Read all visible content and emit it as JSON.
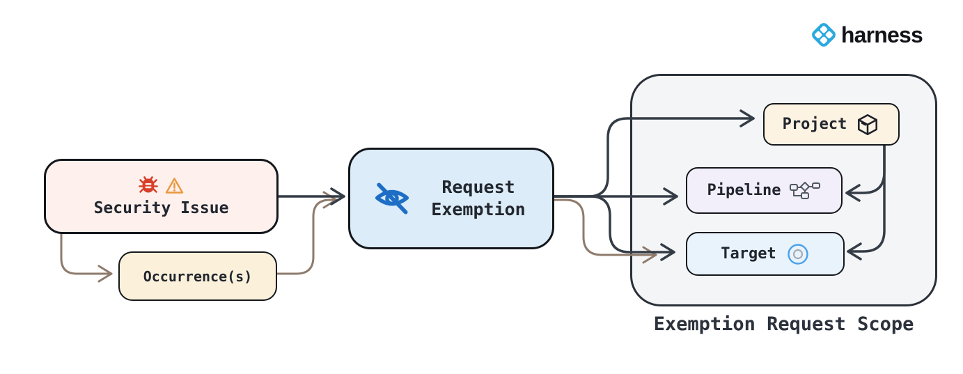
{
  "brand": {
    "name": "harness"
  },
  "diagram": {
    "nodes": {
      "security_issue": {
        "label": "Security Issue",
        "icons": [
          "bug-icon",
          "warning-icon"
        ],
        "bg": "#fdf0ed"
      },
      "occurrences": {
        "label": "Occurrence(s)",
        "bg": "#fbf1db"
      },
      "request_exemption": {
        "label": "Request Exemption",
        "icon": "eye-off-icon",
        "bg": "#dcecf8"
      },
      "project": {
        "label": "Project",
        "icon": "package-icon",
        "bg": "#fdf3e2"
      },
      "pipeline": {
        "label": "Pipeline",
        "icon": "pipeline-icon",
        "bg": "#f2eefa"
      },
      "target": {
        "label": "Target",
        "icon": "target-icon",
        "bg": "#e8f3fc"
      }
    },
    "scope_group": {
      "title": "Exemption Request Scope",
      "contains": [
        "project",
        "pipeline",
        "target"
      ],
      "bg": "#f4f5f7"
    },
    "edges": [
      {
        "from": "security_issue",
        "to": "request_exemption",
        "color": "dark"
      },
      {
        "from": "security_issue",
        "to": "occurrences",
        "color": "brown"
      },
      {
        "from": "occurrences",
        "to": "request_exemption",
        "color": "brown"
      },
      {
        "from": "request_exemption",
        "to": "project",
        "color": "dark"
      },
      {
        "from": "request_exemption",
        "to": "pipeline",
        "color": "dark"
      },
      {
        "from": "request_exemption",
        "to": "target",
        "color": "dark"
      },
      {
        "from": "occurrences",
        "to": "target",
        "color": "brown"
      },
      {
        "from": "project",
        "to": "pipeline",
        "color": "dark"
      },
      {
        "from": "project",
        "to": "target",
        "color": "dark"
      }
    ],
    "colors": {
      "arrow_dark": "#343c46",
      "arrow_brown": "#8e7b6c",
      "node_border": "#14171c",
      "harness_blue": "#2aa9e0",
      "eye_icon_blue": "#1e6ec6",
      "bug_red": "#d8402a",
      "warning_orange": "#e9993d"
    }
  }
}
